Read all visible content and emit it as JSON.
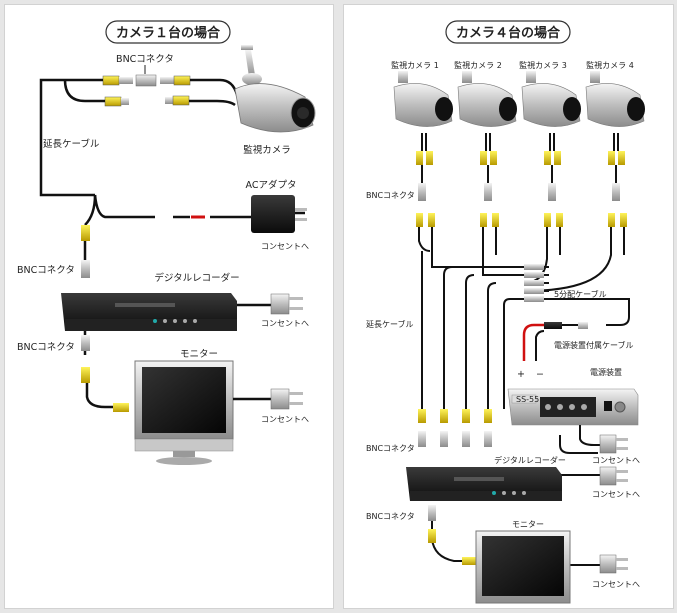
{
  "left": {
    "title": "カメラ１台の場合",
    "bnc_top": "BNCコネクタ",
    "extension_cable": "延長ケーブル",
    "camera": "監視カメラ",
    "ac_adapter": "ACアダプタ",
    "outlet_adapter": "コンセントへ",
    "bnc_mid": "BNCコネクタ",
    "recorder": "デジタルレコーダー",
    "outlet_recorder": "コンセントへ",
    "bnc_bottom": "BNCコネクタ",
    "monitor": "モニター",
    "outlet_monitor": "コンセントへ"
  },
  "right": {
    "title": "カメラ４台の場合",
    "cameras": [
      "監視カメラ 1",
      "監視カメラ 2",
      "監視カメラ 3",
      "監視カメラ 4"
    ],
    "bnc_top": "BNCコネクタ",
    "split_cable": "5分配ケーブル",
    "extension_cable": "延長ケーブル",
    "psu_cable": "電源装置付属ケーブル",
    "psu": "電源装置",
    "psu_model": "SS-55",
    "plus": "+",
    "minus": "−",
    "outlet_psu": "コンセントへ",
    "bnc_mid": "BNCコネクタ",
    "recorder": "デジタルレコーダー",
    "outlet_recorder": "コンセントへ",
    "bnc_bottom": "BNCコネクタ",
    "monitor": "モニター",
    "outlet_monitor": "コンセントへ"
  }
}
